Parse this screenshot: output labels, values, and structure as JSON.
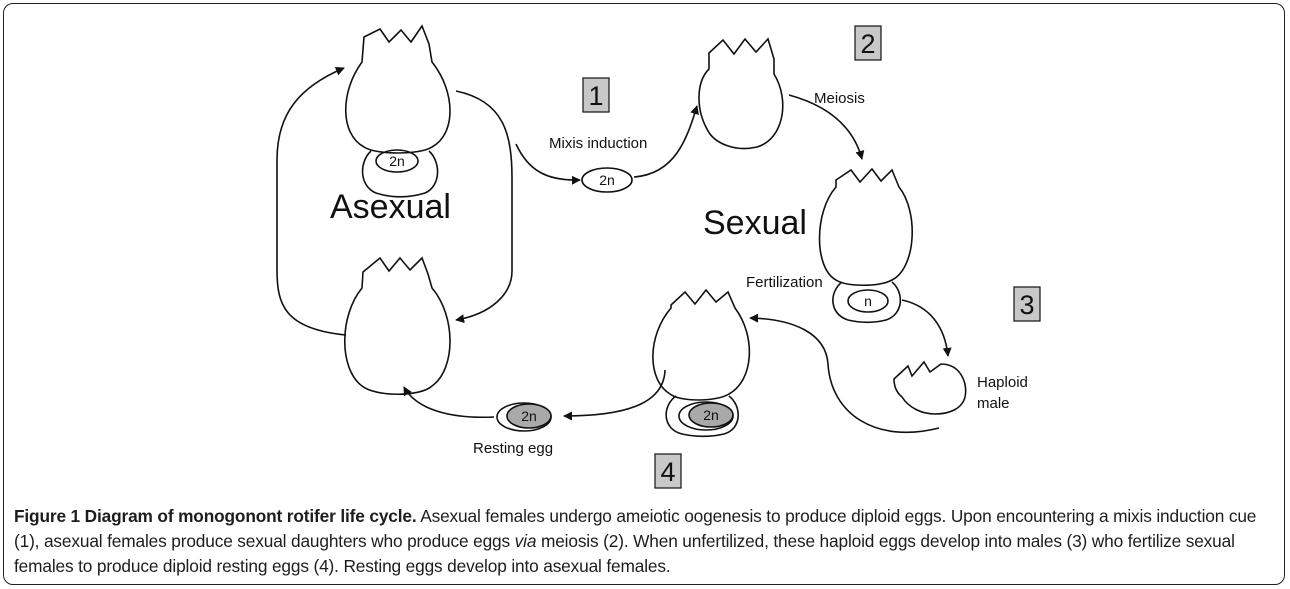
{
  "diagram": {
    "group_labels": {
      "asexual": "Asexual",
      "sexual": "Sexual"
    },
    "step_labels": {
      "mixis": "Mixis induction",
      "meiosis": "Meiosis",
      "fertilization": "Fertilization",
      "haploid_male_line1": "Haploid",
      "haploid_male_line2": "male",
      "resting_egg": "Resting egg"
    },
    "step_numbers": [
      "1",
      "2",
      "3",
      "4"
    ],
    "ploidy": {
      "diploid": "2n",
      "haploid": "n"
    },
    "colors": {
      "stroke": "#111111",
      "step_box_fill": "#c8c8c8",
      "resting_egg_fill": "#a9a9a9"
    }
  },
  "caption": {
    "title": "Figure 1 Diagram of monogonont rotifer life cycle.",
    "text_before_via": " Asexual females undergo ameiotic oogenesis to produce diploid eggs. Upon encountering a mixis induction cue (1), asexual females produce sexual daughters who produce eggs ",
    "via": "via",
    "text_after_via": " meiosis (2). When unfertilized, these haploid eggs develop into males (3) who fertilize sexual females to produce diploid resting eggs (4). Resting eggs develop into asexual females."
  }
}
